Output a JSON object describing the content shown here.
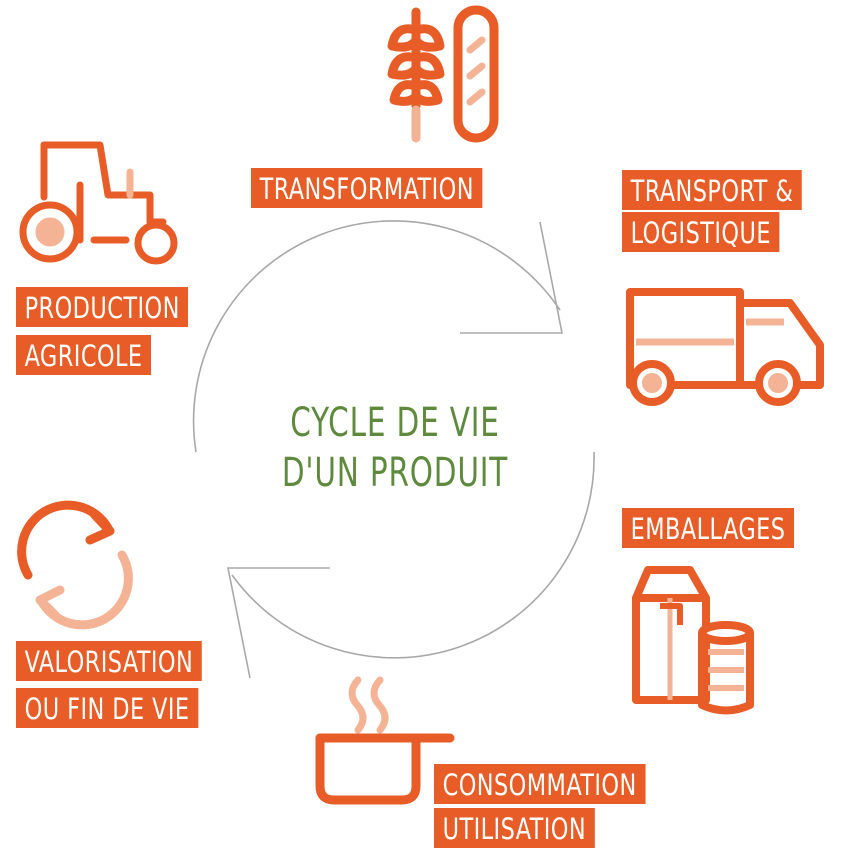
{
  "title": {
    "line1": "CYCLE DE VIE",
    "line2": "D'UN PRODUIT"
  },
  "stages": {
    "transformation": {
      "line1": "TRANSFORMATION",
      "icon": "wheat-and-bread-icon"
    },
    "transport": {
      "line1": "TRANSPORT &",
      "line2": "LOGISTIQUE",
      "icon": "delivery-truck-icon"
    },
    "emballages": {
      "line1": "EMBALLAGES",
      "icon": "milk-carton-and-can-icon"
    },
    "consommation": {
      "line1": "CONSOMMATION",
      "line2": "UTILISATION",
      "icon": "steaming-pan-icon"
    },
    "valorisation": {
      "line1": "VALORISATION",
      "line2": "OU FIN DE VIE",
      "icon": "recycle-arrows-icon"
    },
    "production": {
      "line1": "PRODUCTION",
      "line2": "AGRICOLE",
      "icon": "tractor-icon"
    }
  },
  "colors": {
    "orange": "#e85d27",
    "light_orange": "#f4b394",
    "green": "#5f8a3e",
    "circle": "#a8a8a8"
  }
}
